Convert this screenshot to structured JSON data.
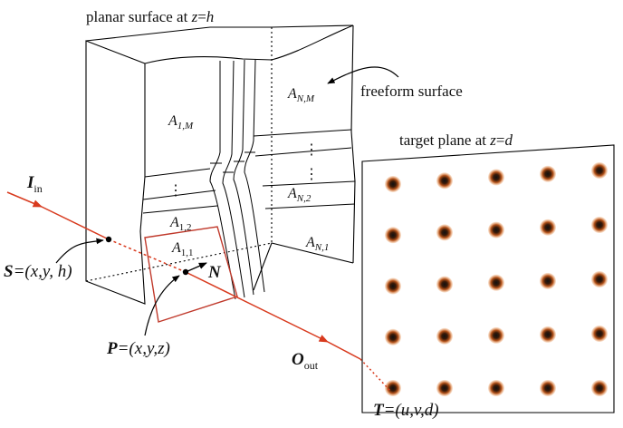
{
  "labels": {
    "planar": {
      "prefix": "planar surface at ",
      "var": "z",
      "eq": "=",
      "val": "h"
    },
    "freeform": "freeform surface",
    "target": {
      "prefix": "target plane at ",
      "var": "z",
      "eq": "=",
      "val": "d"
    },
    "I_in": {
      "main": "I",
      "sub": "in"
    },
    "O_out": {
      "main": "O",
      "sub": "out"
    },
    "S": {
      "main": "S",
      "rest": "=(x,y, h)"
    },
    "P": {
      "main": "P",
      "rest": "=(x,y,z)"
    },
    "T": {
      "main": "T",
      "rest": "=(u,v,d)"
    },
    "N": "N",
    "A_1M": {
      "main": "A",
      "sub": "1,M"
    },
    "A_NM": {
      "main": "A",
      "sub": "N,M"
    },
    "A_N2": {
      "main": "A",
      "sub": "N,2"
    },
    "A_12": {
      "main": "A",
      "sub": "1,2"
    },
    "A_11": {
      "main": "A",
      "sub": "1,1"
    },
    "A_N1": {
      "main": "A",
      "sub": "N,1"
    },
    "vdots": "⋮"
  },
  "spots": {
    "rows": 5,
    "cols": 5,
    "color_core": "#111111",
    "color_halo": "#d2691e"
  },
  "colors": {
    "ray": "#d83a1e",
    "frame": "#000000",
    "patch": "#c0392b"
  }
}
